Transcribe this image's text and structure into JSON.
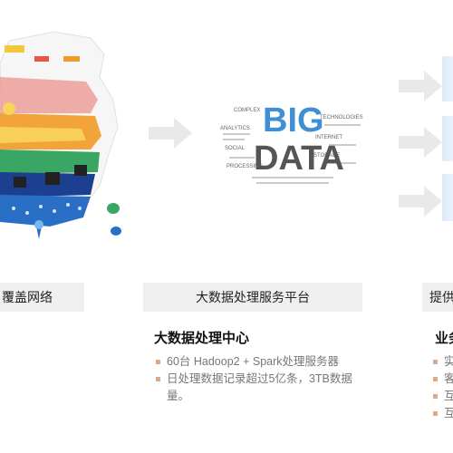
{
  "labels": {
    "left": "覆盖网络",
    "center": "大数据处理服务平台",
    "right": "提供"
  },
  "center": {
    "heading": "大数据处理中心",
    "items": [
      "60台 Hadoop2 + Spark处理服务器",
      "日处理数据记录超过5亿条，3TB数据量。"
    ]
  },
  "right": {
    "heading": "业务",
    "items": [
      "实",
      "客",
      "互",
      "互"
    ]
  },
  "word_cloud": {
    "big": "BIG",
    "data": "DATA",
    "words": [
      "ANALYTICS",
      "STORAGE",
      "TECHNOLOGIES",
      "COMPLEX",
      "INTERNET",
      "SOCIAL",
      "PROCESSING"
    ]
  },
  "colors": {
    "arrow": "#e9e9e9",
    "label_bar": "#efefef",
    "bullet": "#d9a98a",
    "big_blue": "#3e8fd3",
    "data_dark": "#555555"
  }
}
